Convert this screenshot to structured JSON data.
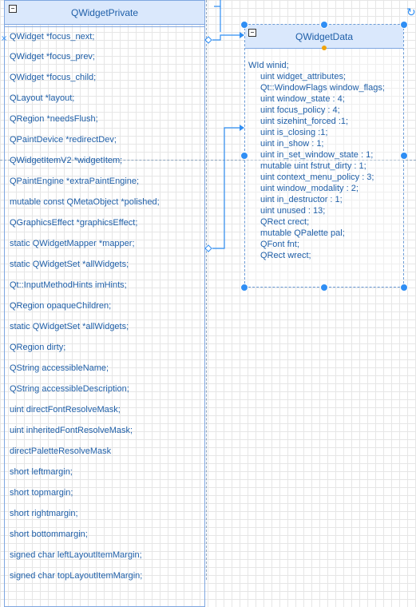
{
  "private_class": {
    "title": "QWidgetPrivate",
    "collapse": "−",
    "fields": [
      "QWidget *focus_next;",
      "QWidget *focus_prev;",
      "QWidget *focus_child;",
      "QLayout *layout;",
      "QRegion *needsFlush;",
      "QPaintDevice *redirectDev;",
      "QWidgetItemV2 *widgetItem;",
      "QPaintEngine *extraPaintEngine;",
      "mutable const QMetaObject *polished;",
      "QGraphicsEffect *graphicsEffect;",
      "static QWidgetMapper *mapper;",
      "static QWidgetSet *allWidgets;",
      "Qt::InputMethodHints imHints;",
      "QRegion opaqueChildren;",
      "static QWidgetSet *allWidgets;",
      "QRegion dirty;",
      "QString accessibleName;",
      "QString accessibleDescription;",
      "uint directFontResolveMask;",
      "uint inheritedFontResolveMask;",
      "directPaletteResolveMask",
      "short leftmargin;",
      "short topmargin;",
      "short rightmargin;",
      "short bottommargin;",
      "signed char leftLayoutItemMargin;",
      "signed char topLayoutItemMargin;"
    ]
  },
  "data_class": {
    "title": "QWidgetData",
    "collapse": "−",
    "lines": [
      "WId winid;",
      "uint widget_attributes;",
      "Qt::WindowFlags window_flags;",
      "uint window_state : 4;",
      "uint focus_policy : 4;",
      "uint sizehint_forced :1;",
      "uint is_closing :1;",
      "uint in_show : 1;",
      "uint in_set_window_state : 1;",
      "mutable uint fstrut_dirty : 1;",
      "uint context_menu_policy : 3;",
      "uint window_modality : 2;",
      "uint in_destructor : 1;",
      "uint unused : 13;",
      "QRect crect;",
      "mutable QPalette pal;",
      "QFont fnt;",
      "QRect wrect;"
    ]
  },
  "colors": {
    "header_fill": "#dae8fc",
    "border": "#7ea6e0",
    "text": "#1f5fa8",
    "selection_handle": "#2f8ef4",
    "anchor_handle": "#f0a30a"
  },
  "icons": {
    "selection_mark": "×",
    "rotate": "↻"
  }
}
